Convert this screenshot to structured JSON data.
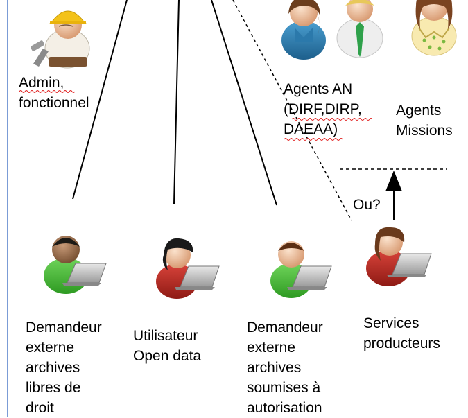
{
  "labels": {
    "admin_line1": "Admin,",
    "admin_line2": "fonctionnel",
    "agents_an_line1": "Agents AN",
    "agents_an_line2": "(DIRF,DIRP,",
    "agents_an_line3": "DAEAA)",
    "agents_missions_line1": "Agents",
    "agents_missions_line2": "Missions",
    "ou": "Ou?",
    "demandeur_libres": "Demandeur\nexterne\narchives\nlibres de\ndroit",
    "utilisateur_open_data": "Utilisateur\nOpen data",
    "demandeur_soumises": "Demandeur\nexterne\narchives\nsoumises à\nautorisation",
    "services_producteurs": "Services\nproducteurs"
  },
  "icons": {
    "admin": "worker-hardhat-icon",
    "agent_man": "man-suit-icon",
    "agent_woman": "woman-blue-icon",
    "agent_tie": "man-tie-icon",
    "agent_missions": "woman-yellow-icon",
    "user_laptop": "user-laptop-icon"
  },
  "colors": {
    "line": "#000000",
    "spellcheck": "#e01b1b",
    "left_border": "#7b9cd6"
  }
}
